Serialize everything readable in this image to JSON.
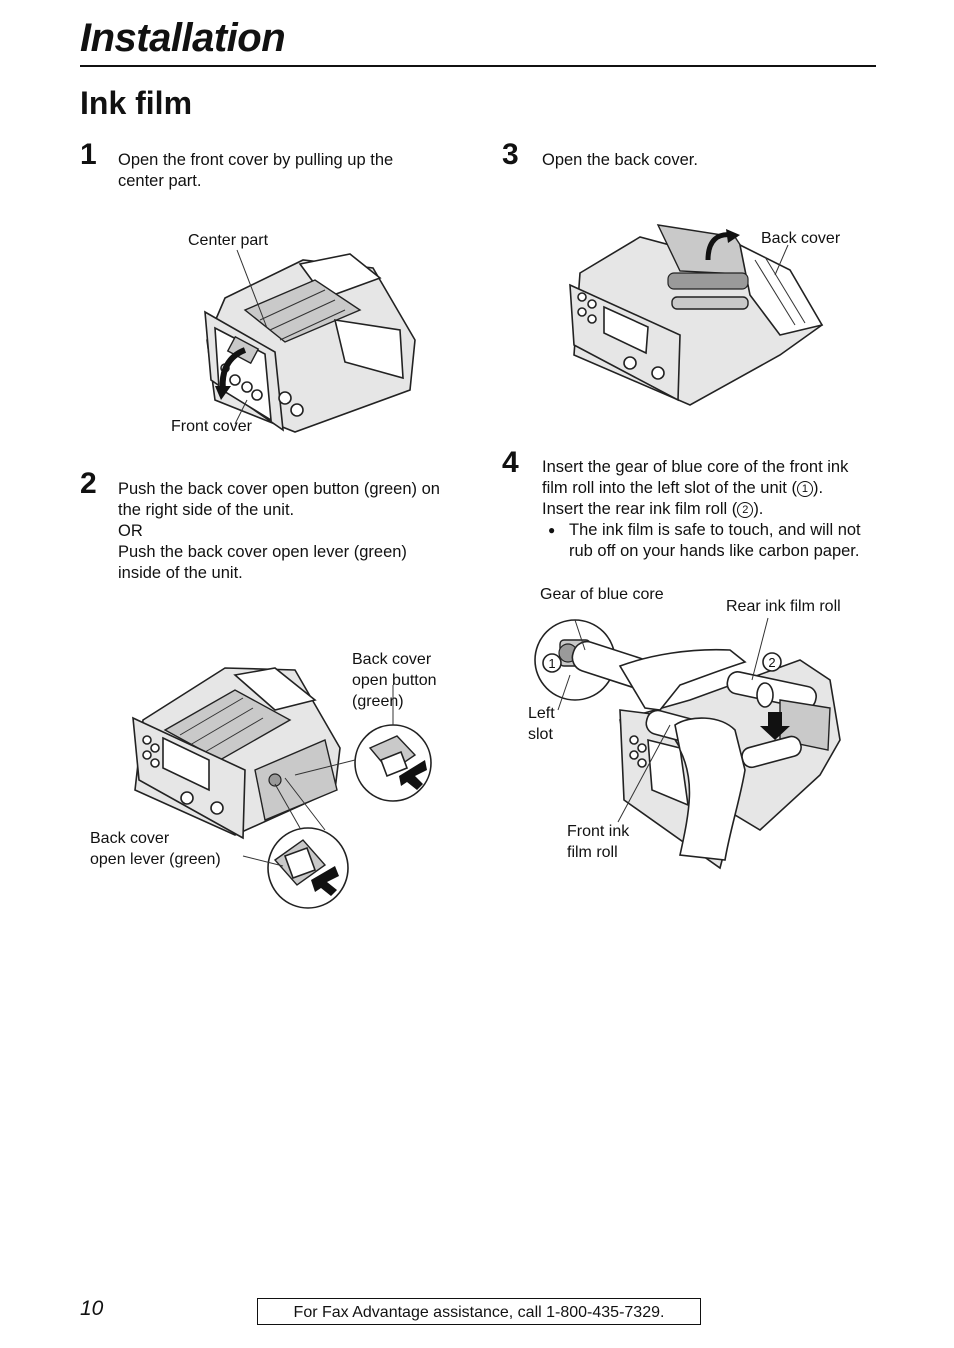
{
  "header": {
    "title": "Installation"
  },
  "section": {
    "title": "Ink film"
  },
  "steps": [
    {
      "number": "1",
      "lines": [
        "Open the front cover by pulling up the",
        "center part."
      ]
    },
    {
      "number": "2",
      "lines": [
        "Push the back cover open button (green) on",
        "the right side of the unit.",
        "OR",
        "Push the back cover open lever (green)",
        "inside of the unit."
      ]
    },
    {
      "number": "3",
      "lines": [
        "Open the back cover."
      ]
    },
    {
      "number": "4",
      "line1": "Insert the gear of blue core of the front ink",
      "line2_pre": "film roll into the left slot of the unit (",
      "line2_post": ").",
      "line3_pre": "Insert the rear ink film roll (",
      "line3_post": ").",
      "bullet": "●",
      "note": [
        "The ink film is safe to touch, and will not",
        "rub off on your hands like carbon paper."
      ],
      "marker1": "1",
      "marker2": "2"
    }
  ],
  "callouts": {
    "center_part": "Center part",
    "front_cover": "Front cover",
    "back_cover": "Back cover",
    "open_button": [
      "Back cover",
      "open button",
      "(green)"
    ],
    "open_lever": [
      "Back cover",
      "open lever (green)"
    ],
    "gear_blue_core": "Gear of blue core",
    "rear_roll": "Rear ink film roll",
    "left_slot": [
      "Left",
      "slot"
    ],
    "front_roll": [
      "Front ink",
      "film roll"
    ],
    "marker1": "1",
    "marker2": "2"
  },
  "footer": {
    "page_number": "10",
    "assistance": "For Fax Advantage assistance, call 1-800-435-7329."
  }
}
